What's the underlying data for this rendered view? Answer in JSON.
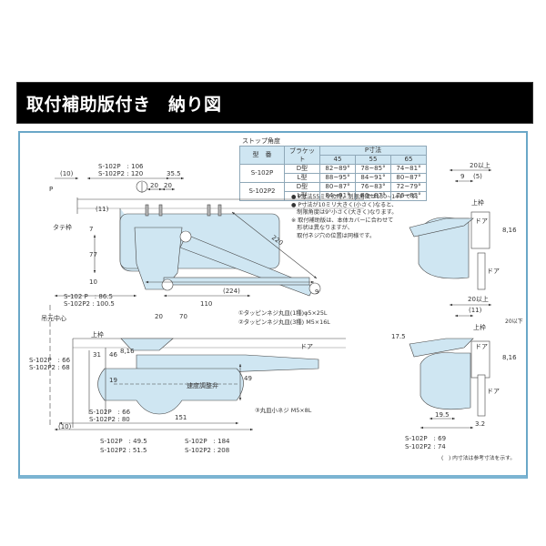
{
  "header": {
    "title": "取付補助版付き　納り図"
  },
  "stop_angle_table": {
    "caption": "ストップ角度",
    "headers": {
      "model": "型　番",
      "bracket": "ブラケット",
      "p_dimension": "P寸法",
      "p_values": [
        "45",
        "55",
        "65"
      ]
    },
    "rows": [
      {
        "model": "S-102P",
        "bracket": "D型",
        "values": [
          "82~89°",
          "78~85°",
          "74~81°"
        ]
      },
      {
        "model": "S-102P",
        "bracket": "L型",
        "values": [
          "88~95°",
          "84~91°",
          "80~87°"
        ]
      },
      {
        "model": "S-102P2",
        "bracket": "D型",
        "values": [
          "80~87°",
          "76~83°",
          "72~79°"
        ]
      },
      {
        "model": "S-102P2",
        "bracket": "L型",
        "values": [
          "84~91°",
          "80~87°",
          "76~83°"
        ]
      }
    ]
  },
  "notes": [
    "● P寸法55ミリの時、制限角度は130~144°です。",
    "● P寸法が10ミリ大きく(小さく)なると、",
    "　制限角度は9°小さく(大きく)なります。",
    "※ 取付補助版は、本体カバーに合わせて",
    "　形状は異なりますが、",
    "　取付ネジ穴の位置は同様です。"
  ],
  "top_view": {
    "dim_10": "(10)",
    "dim_width_p": "S-102P　: 106",
    "dim_width_p2": "S-102P2 : 120",
    "dim_35_5": "35.5",
    "dim_20a": "20",
    "dim_20b": "20",
    "dim_p": "P",
    "dim_11": "(11)",
    "label_tate": "タテ枠",
    "dim_7": "7",
    "dim_77": "77",
    "dim_10b": "10",
    "dim_220": "220",
    "dim_224": "(224)",
    "dim_9": "9",
    "dim_86_p": "S-102 P　:  86.5",
    "dim_86_p2": "S-102P2 : 100.5",
    "dim_110": "110"
  },
  "bottom_view": {
    "label_center": "吊元中心",
    "dim_20": "20",
    "dim_70": "70",
    "screw_1": "①タッピンネジ丸皿(1種)φ5×25L",
    "screw_2": "②タッピンネジ丸皿(3種) M5×16L",
    "label_upper_frame": "上枠",
    "label_door": "ドア",
    "dim_31": "31",
    "dim_46": "46",
    "dim_8_16": "8,16",
    "dim_19": "19",
    "dim_49": "49",
    "dim_side_p": "S-102P　: 66",
    "dim_side_p2": "S-102P2 : 68",
    "label_valve": "速度調整弁",
    "screw_3": "③丸皿小ネジ M5×8L",
    "dim_bot_p": "S-102P　: 66",
    "dim_bot_p2": "S-102P2 : 80",
    "dim_151": "151",
    "dim_10": "(10)",
    "dim_49_5_p": "S-102P　: 49.5",
    "dim_49_5_p2": "S-102P2 : 51.5",
    "dim_184_p": "S-102P　: 184",
    "dim_184_p2": "S-102P2 : 208"
  },
  "side_view_top": {
    "dim_20_over": "20以上",
    "dim_9": "9",
    "dim_5": "(5)",
    "label_upper_frame": "上枠",
    "label_door": "ドア",
    "dim_8_16": "8,16",
    "label_door_vertical": "ドア"
  },
  "side_view_bottom": {
    "dim_20_over": "20以上",
    "dim_11": "(11)",
    "dim_20_under": "20以下",
    "label_upper_frame": "上枠",
    "label_door": "ドア",
    "dim_8_16": "8,16",
    "dim_17_5": "17.5",
    "label_door_vertical": "ドア",
    "dim_19_5": "19.5",
    "dim_3_2": "3.2",
    "dim_p": "S-102P　: 69",
    "dim_p2": "S-102P2 : 74"
  },
  "footnote": "(　) 内寸法は参考寸法を示す。",
  "colors": {
    "banner_bg": "#000000",
    "frame_border": "#6aa7c8",
    "part_fill": "#cfe6f2",
    "line": "#333333"
  }
}
